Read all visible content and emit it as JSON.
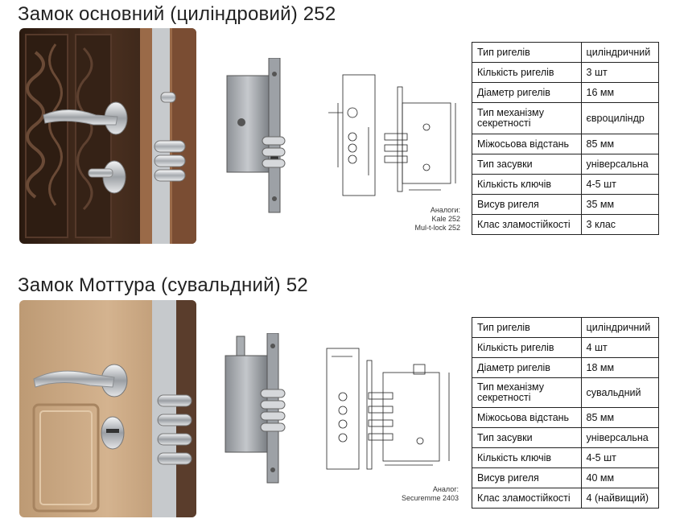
{
  "locks": [
    {
      "title": "Замок основний (циліндровий) 252",
      "analog_label": "Аналоги:",
      "analogs": [
        "Kale 252",
        "Mul-t-lock 252"
      ],
      "specs": [
        {
          "label": "Тип ригелів",
          "value": "циліндричний"
        },
        {
          "label": "Кількість ригелів",
          "value": "3 шт"
        },
        {
          "label": "Діаметр ригелів",
          "value": "16 мм"
        },
        {
          "label": "Тип механізму секретності",
          "value": "євроциліндр"
        },
        {
          "label": "Міжосьова відстань",
          "value": "85 мм"
        },
        {
          "label": "Тип засувки",
          "value": "універсальна"
        },
        {
          "label": "Кількість ключів",
          "value": "4-5 шт"
        },
        {
          "label": "Висув ригеля",
          "value": "35 мм"
        },
        {
          "label": "Клас зламостійкості",
          "value": "3 клас"
        }
      ]
    },
    {
      "title": "Замок Моттура (сувальдний) 52",
      "analog_label": "Аналог:",
      "analogs": [
        "Securemme 2403"
      ],
      "specs": [
        {
          "label": "Тип ригелів",
          "value": "циліндричний"
        },
        {
          "label": "Кількість ригелів",
          "value": "4 шт"
        },
        {
          "label": "Діаметр ригелів",
          "value": "18 мм"
        },
        {
          "label": "Тип механізму секретності",
          "value": "сувальдний"
        },
        {
          "label": "Міжосьова відстань",
          "value": "85 мм"
        },
        {
          "label": "Тип засувки",
          "value": "універсальна"
        },
        {
          "label": "Кількість ключів",
          "value": "4-5 шт"
        },
        {
          "label": "Висув ригеля",
          "value": "40 мм"
        },
        {
          "label": "Клас зламостійкості",
          "value": "4 (найвищий)"
        }
      ]
    }
  ],
  "colors": {
    "dark_door": "#3a2518",
    "light_door": "#c9a57f",
    "steel": "#b9bcc0",
    "chrome": "#d8dadd"
  }
}
